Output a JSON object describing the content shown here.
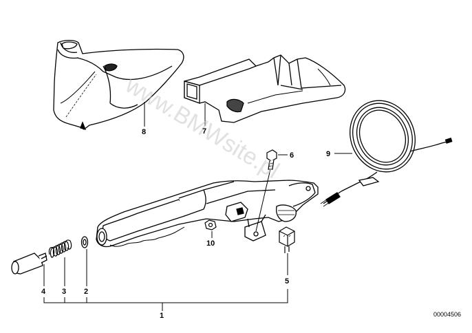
{
  "watermark": "www.BMWsite.pl",
  "diagram_code": "00004506",
  "parts": [
    {
      "number": "1",
      "name": "handbrake-lever"
    },
    {
      "number": "2",
      "name": "washer"
    },
    {
      "number": "3",
      "name": "spring"
    },
    {
      "number": "4",
      "name": "push-button"
    },
    {
      "number": "5",
      "name": "switch"
    },
    {
      "number": "6",
      "name": "bolt"
    },
    {
      "number": "7",
      "name": "bracket-cover"
    },
    {
      "number": "8",
      "name": "lever-boot"
    },
    {
      "number": "9",
      "name": "cable"
    },
    {
      "number": "10",
      "name": "nut"
    }
  ]
}
